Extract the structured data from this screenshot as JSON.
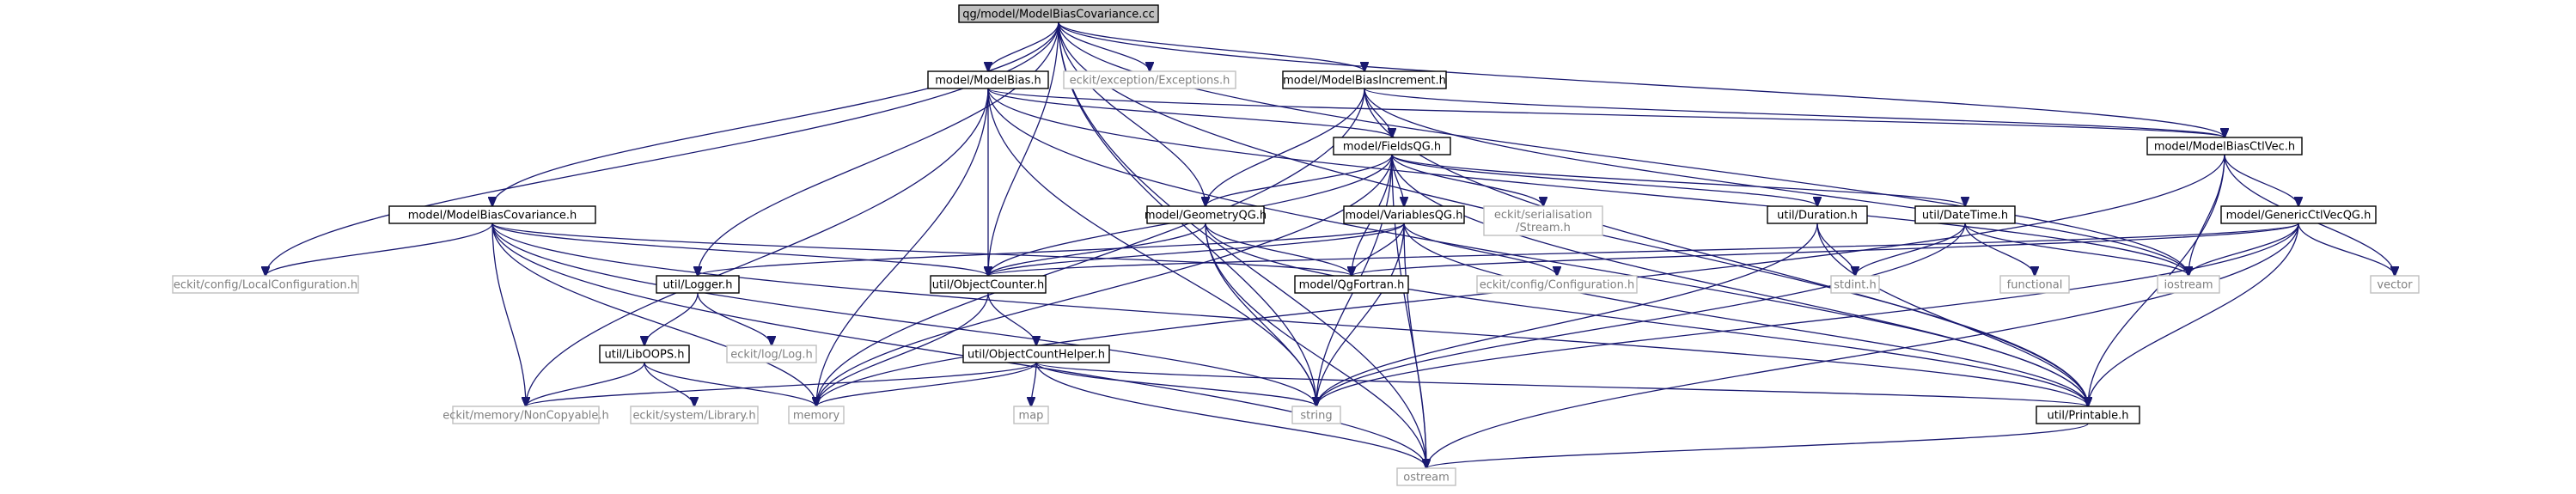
{
  "diagram": {
    "title": "",
    "colors": {
      "edge": "#191970",
      "root_fill": "#bfbfbf",
      "node_border": "#000000",
      "node_fill": "#ffffff",
      "external_border": "#bfbfbf",
      "external_text": "#7f7f7f"
    },
    "nodes": [
      {
        "id": "root",
        "lines": [
          "qg/model/ModelBiasCovariance.cc"
        ],
        "kind": "root"
      },
      {
        "id": "modelbias",
        "lines": [
          "model/ModelBias.h"
        ],
        "kind": "file"
      },
      {
        "id": "exceptions",
        "lines": [
          "eckit/exception/Exceptions.h"
        ],
        "kind": "external"
      },
      {
        "id": "increment",
        "lines": [
          "model/ModelBiasIncrement.h"
        ],
        "kind": "file"
      },
      {
        "id": "fieldsqg",
        "lines": [
          "model/FieldsQG.h"
        ],
        "kind": "file"
      },
      {
        "id": "ctlvec",
        "lines": [
          "model/ModelBiasCtlVec.h"
        ],
        "kind": "file"
      },
      {
        "id": "covariance",
        "lines": [
          "model/ModelBiasCovariance.h"
        ],
        "kind": "file"
      },
      {
        "id": "geometry",
        "lines": [
          "model/GeometryQG.h"
        ],
        "kind": "file"
      },
      {
        "id": "variables",
        "lines": [
          "model/VariablesQG.h"
        ],
        "kind": "file"
      },
      {
        "id": "serialisation",
        "lines": [
          "eckit/serialisation",
          "/Stream.h"
        ],
        "kind": "external"
      },
      {
        "id": "duration",
        "lines": [
          "util/Duration.h"
        ],
        "kind": "file"
      },
      {
        "id": "datetime",
        "lines": [
          "util/DateTime.h"
        ],
        "kind": "file"
      },
      {
        "id": "genericctl",
        "lines": [
          "model/GenericCtlVecQG.h"
        ],
        "kind": "file"
      },
      {
        "id": "localconfig",
        "lines": [
          "eckit/config/LocalConfiguration.h"
        ],
        "kind": "external"
      },
      {
        "id": "logger",
        "lines": [
          "util/Logger.h"
        ],
        "kind": "file"
      },
      {
        "id": "objectcounter",
        "lines": [
          "util/ObjectCounter.h"
        ],
        "kind": "file"
      },
      {
        "id": "qgfortran",
        "lines": [
          "model/QgFortran.h"
        ],
        "kind": "file"
      },
      {
        "id": "configuration",
        "lines": [
          "eckit/config/Configuration.h"
        ],
        "kind": "external"
      },
      {
        "id": "stdint",
        "lines": [
          "stdint.h"
        ],
        "kind": "external"
      },
      {
        "id": "functional",
        "lines": [
          "functional"
        ],
        "kind": "external"
      },
      {
        "id": "iostream",
        "lines": [
          "iostream"
        ],
        "kind": "external"
      },
      {
        "id": "vector",
        "lines": [
          "vector"
        ],
        "kind": "external"
      },
      {
        "id": "liboops",
        "lines": [
          "util/LibOOPS.h"
        ],
        "kind": "file"
      },
      {
        "id": "log",
        "lines": [
          "eckit/log/Log.h"
        ],
        "kind": "external"
      },
      {
        "id": "countdelper",
        "lines": [
          "util/ObjectCountHelper.h"
        ],
        "kind": "file"
      },
      {
        "id": "noncopyable",
        "lines": [
          "eckit/memory/NonCopyable.h"
        ],
        "kind": "external"
      },
      {
        "id": "library",
        "lines": [
          "eckit/system/Library.h"
        ],
        "kind": "external"
      },
      {
        "id": "memory",
        "lines": [
          "memory"
        ],
        "kind": "external"
      },
      {
        "id": "map",
        "lines": [
          "map"
        ],
        "kind": "external"
      },
      {
        "id": "string",
        "lines": [
          "string"
        ],
        "kind": "external"
      },
      {
        "id": "printable",
        "lines": [
          "util/Printable.h"
        ],
        "kind": "file"
      },
      {
        "id": "ostream",
        "lines": [
          "ostream"
        ],
        "kind": "external"
      }
    ],
    "edges": [
      [
        "root",
        "modelbias"
      ],
      [
        "root",
        "exceptions"
      ],
      [
        "root",
        "increment"
      ],
      [
        "root",
        "covariance"
      ],
      [
        "root",
        "geometry"
      ],
      [
        "root",
        "ctlvec"
      ],
      [
        "root",
        "localconfig"
      ],
      [
        "root",
        "logger"
      ],
      [
        "root",
        "objectcounter"
      ],
      [
        "root",
        "string"
      ],
      [
        "root",
        "printable"
      ],
      [
        "root",
        "ostream"
      ],
      [
        "root",
        "iostream"
      ],
      [
        "modelbias",
        "fieldsqg"
      ],
      [
        "modelbias",
        "objectcounter"
      ],
      [
        "modelbias",
        "string"
      ],
      [
        "modelbias",
        "memory"
      ],
      [
        "modelbias",
        "noncopyable"
      ],
      [
        "modelbias",
        "printable"
      ],
      [
        "modelbias",
        "iostream"
      ],
      [
        "modelbias",
        "ctlvec"
      ],
      [
        "increment",
        "fieldsqg"
      ],
      [
        "increment",
        "geometry"
      ],
      [
        "increment",
        "memory"
      ],
      [
        "increment",
        "iostream"
      ],
      [
        "increment",
        "printable"
      ],
      [
        "increment",
        "ctlvec"
      ],
      [
        "fieldsqg",
        "geometry"
      ],
      [
        "fieldsqg",
        "variables"
      ],
      [
        "fieldsqg",
        "serialisation"
      ],
      [
        "fieldsqg",
        "duration"
      ],
      [
        "fieldsqg",
        "datetime"
      ],
      [
        "fieldsqg",
        "objectcounter"
      ],
      [
        "fieldsqg",
        "qgfortran"
      ],
      [
        "fieldsqg",
        "printable"
      ],
      [
        "fieldsqg",
        "string"
      ],
      [
        "fieldsqg",
        "memory"
      ],
      [
        "fieldsqg",
        "ostream"
      ],
      [
        "ctlvec",
        "genericctl"
      ],
      [
        "ctlvec",
        "iostream"
      ],
      [
        "ctlvec",
        "vector"
      ],
      [
        "ctlvec",
        "printable"
      ],
      [
        "ctlvec",
        "memory"
      ],
      [
        "covariance",
        "localconfig"
      ],
      [
        "covariance",
        "objectcounter"
      ],
      [
        "covariance",
        "qgfortran"
      ],
      [
        "covariance",
        "string"
      ],
      [
        "covariance",
        "memory"
      ],
      [
        "covariance",
        "noncopyable"
      ],
      [
        "covariance",
        "ostream"
      ],
      [
        "covariance",
        "printable"
      ],
      [
        "geometry",
        "objectcounter"
      ],
      [
        "geometry",
        "qgfortran"
      ],
      [
        "geometry",
        "string"
      ],
      [
        "geometry",
        "ostream"
      ],
      [
        "geometry",
        "printable"
      ],
      [
        "variables",
        "objectcounter"
      ],
      [
        "variables",
        "qgfortran"
      ],
      [
        "variables",
        "configuration"
      ],
      [
        "variables",
        "string"
      ],
      [
        "variables",
        "printable"
      ],
      [
        "variables",
        "ostream"
      ],
      [
        "variables",
        "logger"
      ],
      [
        "duration",
        "stdint"
      ],
      [
        "duration",
        "string"
      ],
      [
        "duration",
        "printable"
      ],
      [
        "datetime",
        "stdint"
      ],
      [
        "datetime",
        "functional"
      ],
      [
        "datetime",
        "iostream"
      ],
      [
        "datetime",
        "string"
      ],
      [
        "genericctl",
        "objectcounter"
      ],
      [
        "genericctl",
        "qgfortran"
      ],
      [
        "genericctl",
        "vector"
      ],
      [
        "genericctl",
        "printable"
      ],
      [
        "genericctl",
        "ostream"
      ],
      [
        "genericctl",
        "string"
      ],
      [
        "genericctl",
        "iostream"
      ],
      [
        "logger",
        "liboops"
      ],
      [
        "logger",
        "log"
      ],
      [
        "liboops",
        "library"
      ],
      [
        "liboops",
        "memory"
      ],
      [
        "liboops",
        "noncopyable"
      ],
      [
        "objectcounter",
        "countdelper"
      ],
      [
        "objectcounter",
        "memory"
      ],
      [
        "countdelper",
        "map"
      ],
      [
        "countdelper",
        "memory"
      ],
      [
        "countdelper",
        "string"
      ],
      [
        "countdelper",
        "printable"
      ],
      [
        "countdelper",
        "ostream"
      ],
      [
        "countdelper",
        "noncopyable"
      ],
      [
        "printable",
        "ostream"
      ]
    ]
  }
}
